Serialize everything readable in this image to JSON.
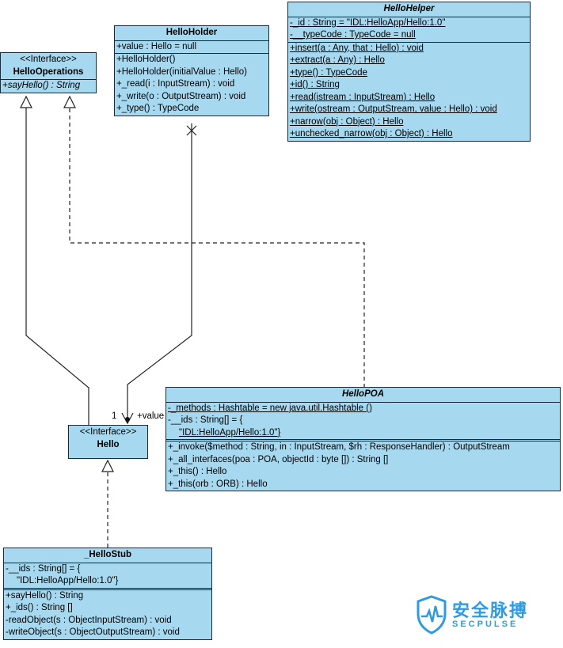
{
  "classes": {
    "hello_operations": {
      "stereotype": "<<Interface>>",
      "name": "HelloOperations",
      "operations": [
        "+sayHello() : String"
      ]
    },
    "hello_holder": {
      "name": "HelloHolder",
      "attributes": [
        "+value : Hello = null"
      ],
      "operations": [
        "+HelloHolder()",
        "+HelloHolder(initialValue : Hello)",
        "+_read(i : InputStream) : void",
        "+_write(o : OutputStream) : void",
        "+_type() : TypeCode"
      ]
    },
    "hello_helper": {
      "name": "HelloHelper",
      "attributes": [
        "-_id : String = \"IDL:HelloApp/Hello:1.0\"",
        "-__typeCode : TypeCode = null"
      ],
      "operations": [
        "+insert(a : Any, that : Hello) : void",
        "+extract(a : Any) : Hello",
        "+type() : TypeCode",
        "+id() : String",
        "+read(istream : InputStream) : Hello",
        "+write(ostream : OutputStream, value : Hello) : void",
        "+narrow(obj : Object) : Hello",
        "+unchecked_narrow(obj : Object) : Hello"
      ]
    },
    "hello_poa": {
      "name": "HelloPOA",
      "attributes": [
        "-_methods : Hashtable = new java.util.Hashtable ()",
        "-__ids : String[] = {",
        "\"IDL:HelloApp/Hello:1.0\"}"
      ],
      "operations": [
        "+_invoke($method : String, in : InputStream, $rh : ResponseHandler) : OutputStream",
        "+_all_interfaces(poa : POA, objectId : byte []) : String []",
        "+_this() : Hello",
        "+_this(orb : ORB) : Hello"
      ]
    },
    "hello": {
      "stereotype": "<<Interface>>",
      "name": "Hello"
    },
    "hello_stub": {
      "name": "_HelloStub",
      "attributes": [
        "-__ids : String[] = {",
        "\"IDL:HelloApp/Hello:1.0\"}"
      ],
      "operations": [
        "+sayHello() : String",
        "+_ids() : String []",
        "-readObject(s : ObjectInputStream) : void",
        "-writeObject(s : ObjectOutputStream) : void"
      ]
    }
  },
  "association": {
    "multiplicity": "1",
    "role": "+value"
  },
  "watermark": {
    "cn": "安全脉搏",
    "en": "SECPULSE"
  },
  "colors": {
    "class_fill": "#a6d8f0",
    "line": "#1a2a3a",
    "logo": "#2e9be0"
  }
}
